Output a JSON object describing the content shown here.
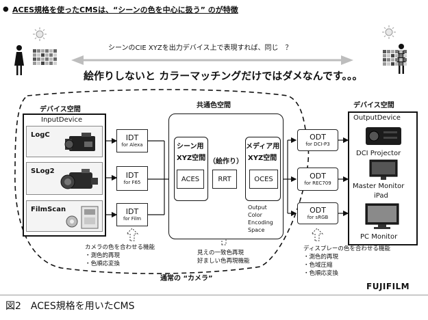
{
  "header": {
    "bullet": "●",
    "title": "ACES規格を使ったCMSは、“シーンの色を中心に扱う” のが特徴"
  },
  "top": {
    "arrow_text": "シーンのCIE XYZを出力デバイス上で表現すれば、同じ　？",
    "big_statement": "絵作りしないと カラーマッチングだけではダメなんです。。。"
  },
  "sections": {
    "device_space_left": "デバイス空間",
    "common_space": "共通色空間",
    "device_space_right": "デバイス空間"
  },
  "input": {
    "title": "InputDevice",
    "items": [
      "LogC",
      "SLog2",
      "FilmScan"
    ]
  },
  "idt": [
    {
      "label": "IDT",
      "sub": "for Alexa"
    },
    {
      "label": "IDT",
      "sub": "for F65"
    },
    {
      "label": "IDT",
      "sub": "for Film"
    }
  ],
  "common": {
    "scene_header": "シーン用",
    "scene_xyz": "XYZ空間",
    "media_header": "メディア用",
    "media_xyz": "XYZ空間",
    "rendering": "（絵作り）",
    "aces": "ACES",
    "rrt": "RRT",
    "oces": "OCES",
    "oces_caption": [
      "Output",
      "Color",
      "Encoding",
      "Space"
    ]
  },
  "odt": [
    {
      "label": "ODT",
      "sub": "for DCI-P3"
    },
    {
      "label": "ODT",
      "sub": "for REC709"
    },
    {
      "label": "ODT",
      "sub": "for sRGB"
    }
  ],
  "output": {
    "title": "OutputDevice",
    "items": [
      "DCI Projector",
      "Master Monitor",
      "iPad",
      "PC Monitor"
    ]
  },
  "notes": {
    "camera_note": [
      "カメラの色を合わせる機能",
      "・測色的再現",
      "・色順応変換"
    ],
    "rrt_note": [
      "見えの一致色再現",
      "好ましい色再現機能"
    ],
    "display_note": [
      "ディスプレーの色を合わせる機能",
      "・測色的再現",
      "・色域圧縮",
      "・色順応変換"
    ],
    "camera_label": "通常の “カメラ”"
  },
  "brand": "FUJIFILM",
  "caption": "図2　ACES規格を用いたCMS"
}
